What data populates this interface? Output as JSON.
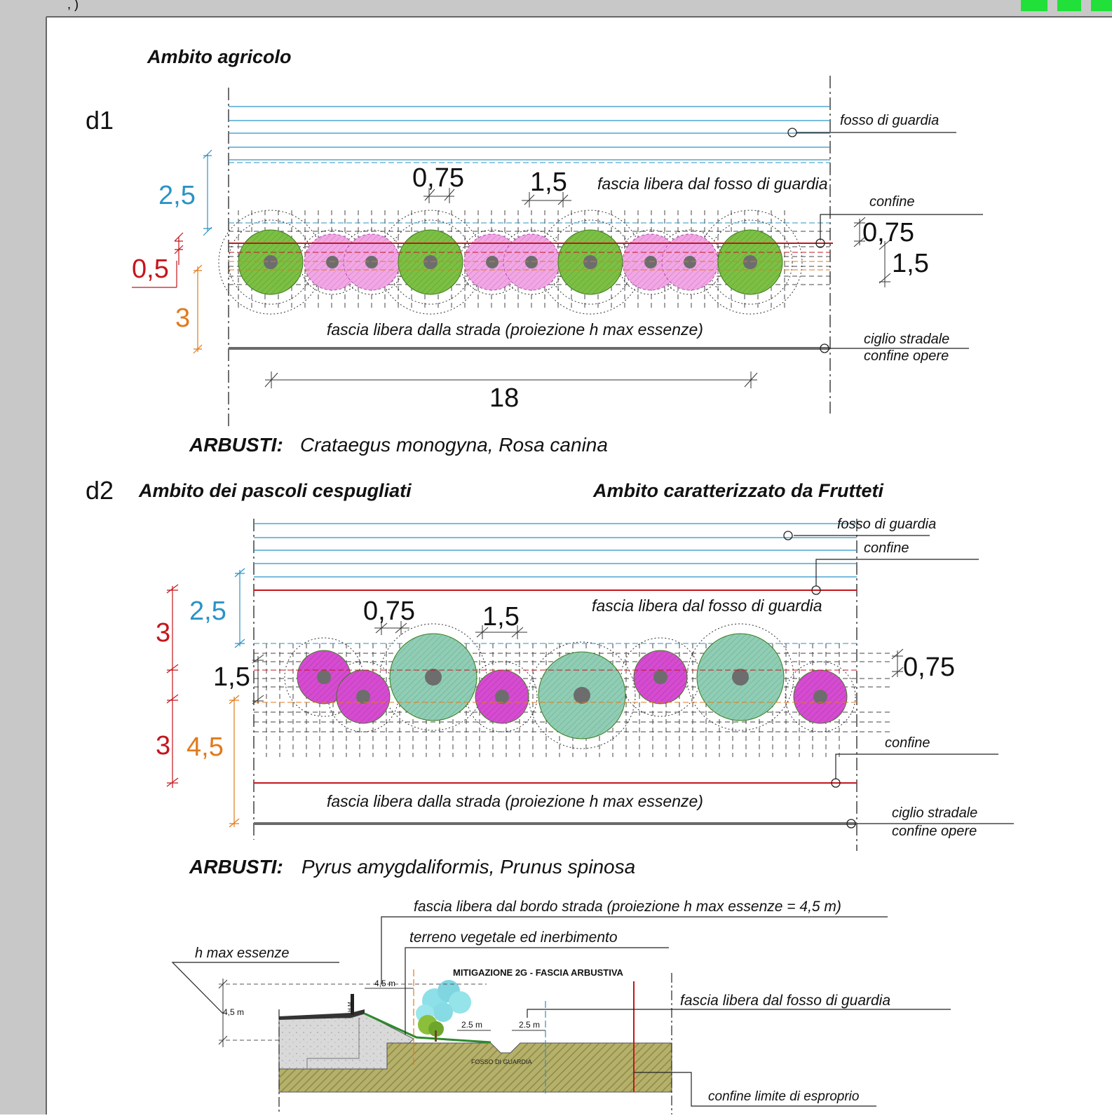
{
  "header": {
    "partial_text": ", ) "
  },
  "d1": {
    "label": "d1",
    "heading": "Ambito agricolo",
    "dim_left_blue": "2,5",
    "dim_left_red": "0,5",
    "dim_left_orange": "3",
    "dim_top_a": "0,75",
    "dim_top_b": "1,5",
    "dim_right_a": "0,75",
    "dim_right_b": "1,5",
    "dim_bottom": "18",
    "ann_fosso": "fosso di guardia",
    "ann_fascia_fosso": "fascia libera dal fosso di guardia",
    "ann_confine": "confine",
    "ann_fascia_strada": "fascia libera dalla strada (proiezione h max essenze)",
    "ann_ciglio": "ciglio stradale",
    "ann_confine_opere": "confine opere",
    "species_label": "ARBUSTI:",
    "species": "Crataegus monogyna, Rosa canina"
  },
  "d2": {
    "label": "d2",
    "heading_left": "Ambito dei pascoli cespugliati",
    "heading_right": "Ambito caratterizzato da Frutteti",
    "dim_left_red_a": "3",
    "dim_left_red_b": "3",
    "dim_left_blue": "2,5",
    "dim_left_black": "1,5",
    "dim_left_orange": "4,5",
    "dim_top_a": "0,75",
    "dim_top_b": "1,5",
    "dim_right": "0,75",
    "ann_fosso": "fosso di guardia",
    "ann_confine_top": "confine",
    "ann_fascia_fosso": "fascia libera dal fosso di guardia",
    "ann_confine_bottom": "confine",
    "ann_fascia_strada": "fascia libera dalla strada (proiezione h max essenze)",
    "ann_ciglio": "ciglio stradale",
    "ann_confine_opere": "confine opere",
    "species_label": "ARBUSTI:",
    "species": "Pyrus amygdaliformis, Prunus spinosa"
  },
  "section": {
    "ann_fascia_bordo": "fascia libera dal bordo strada (proiezione h max essenze = 4,5 m)",
    "ann_terreno": "terreno vegetale ed inerbimento",
    "ann_hmax": "h max essenze",
    "title": "MITIGAZIONE 2G - FASCIA ARBUSTIVA",
    "ann_fascia_fosso": "fascia libera dal fosso di guardia",
    "ann_confine_esproprio": "confine limite di esproprio",
    "dim_45_top": "4,5 m",
    "dim_45_left": "4,5 m",
    "dim_25_a": "2.5 m",
    "dim_25_b": "2.5 m",
    "fosso_label": "FOSSO DI GUARDIA",
    "hm_label": "H.M."
  },
  "colors": {
    "blue": "#2a93c6",
    "red": "#c4161c",
    "orange": "#e07a1c",
    "green_fill": "#7bc043",
    "pink_fill": "#f3a6e6",
    "magenta_fill": "#d64bd1",
    "teal_fill": "#8fceb5",
    "trunk": "#6d6d6d",
    "frame_gray": "#c8c8c8",
    "accent_green": "#22e03a"
  }
}
